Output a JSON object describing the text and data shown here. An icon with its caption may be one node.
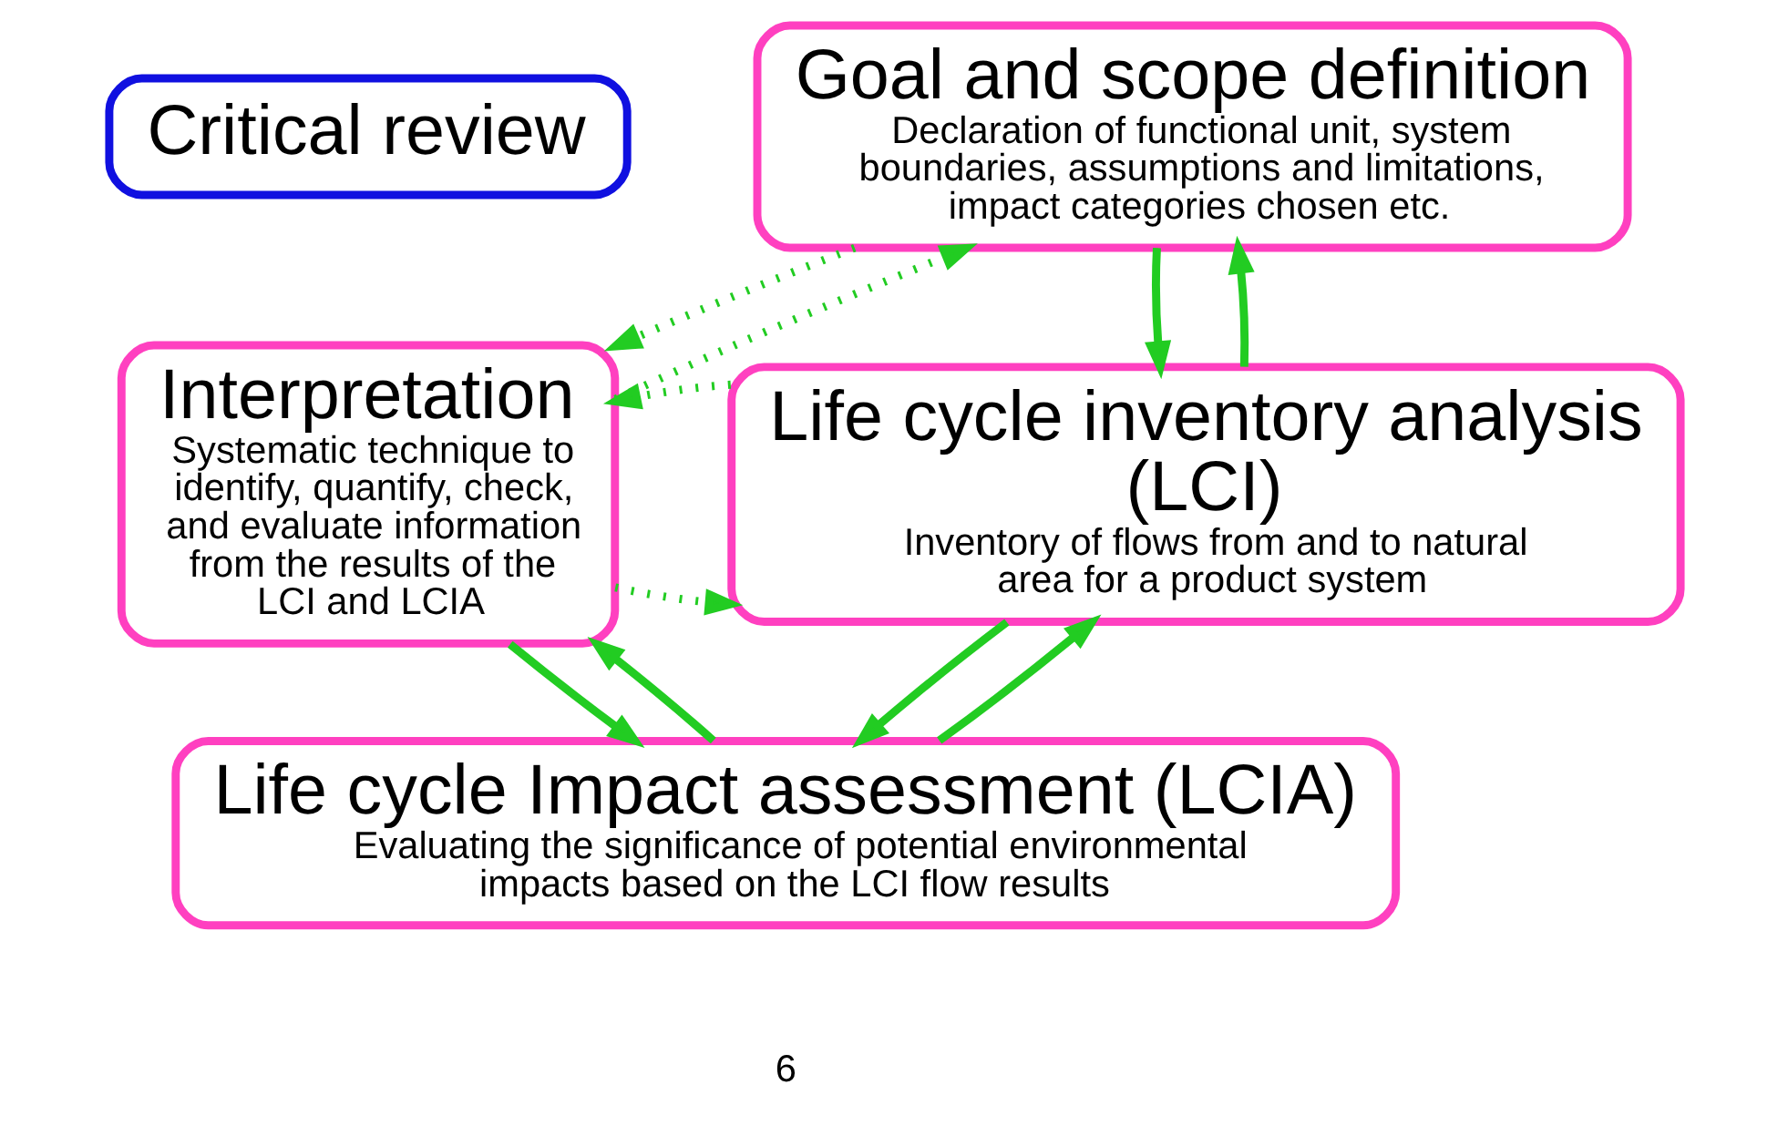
{
  "diagram": {
    "nodes": [
      {
        "text": [
          "Goal and scope definition",
          "Declaration of functional unit, system boundaries, assumptions and limitations, impact categories chosen etc."
        ]
      },
      {
        "text": [
          "Critical review"
        ]
      },
      {
        "text": [
          "Interpretation",
          "Systematic technique to identify, quantify, check, and evaluate information from the results of the LCI and LCIA"
        ]
      },
      {
        "text": [
          "Life cycle inventory analysis (LCI)",
          "Inventory of flows from and to natural area for a product system"
        ]
      },
      {
        "text": [
          "Life cycle Impact assessment (LCIA)",
          "Evaluating the significance of potential environmental impacts based on the LCI flow results"
        ]
      }
    ],
    "edges": [
      {
        "from": 3,
        "to": 0,
        "arrow": "to"
      },
      {
        "from": 0,
        "to": 3,
        "arrow": "to"
      },
      {
        "from": 0,
        "to": 2,
        "arrow": "to",
        "style": "dashed"
      },
      {
        "from": 2,
        "to": 0,
        "arrow": "to",
        "style": "dashed"
      },
      {
        "from": 2,
        "to": 3,
        "arrow": "to",
        "style": "dashed"
      },
      {
        "from": 3,
        "to": 2,
        "arrow": "to",
        "style": "dashed"
      },
      {
        "from": 4,
        "to": 3,
        "arrow": "to"
      },
      {
        "from": 3,
        "to": 4,
        "arrow": "to"
      },
      {
        "from": 2,
        "to": 4,
        "arrow": "to"
      },
      {
        "from": 4,
        "to": 2,
        "arrow": "to"
      }
    ],
    "labels": [
      "6"
    ]
  }
}
